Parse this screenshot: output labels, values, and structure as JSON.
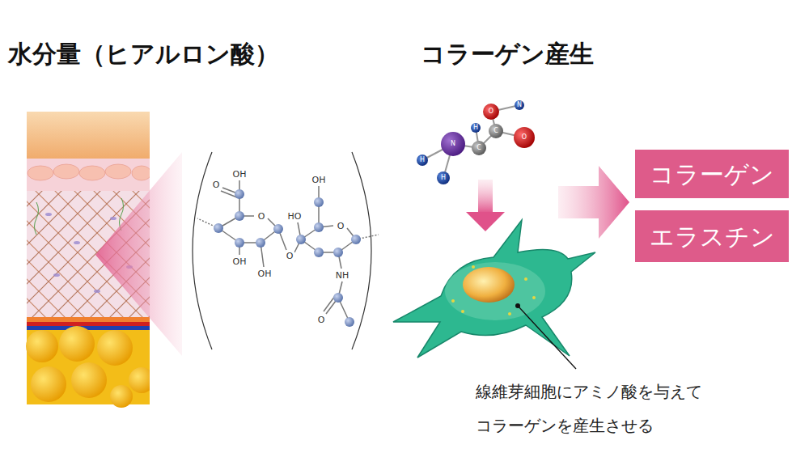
{
  "diagram": {
    "nodes": [
      {
        "text": [
          "コラーゲン"
        ]
      },
      {
        "text": [
          "エラスチン"
        ]
      }
    ],
    "labels": [
      "水分量（ヒアルロン酸）",
      "コラーゲン産生",
      "OH",
      "O",
      "O",
      "OH",
      "OH",
      "O",
      "OH",
      "HO",
      "O",
      "NH",
      "O",
      "N",
      "H",
      "H",
      "C",
      "H",
      "C",
      "O",
      "N",
      "O",
      "線維芽細胞にアミノ酸を与えて コラーゲンを産生させる"
    ]
  }
}
